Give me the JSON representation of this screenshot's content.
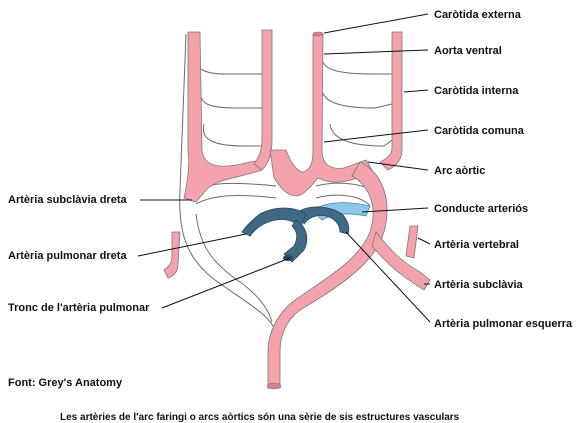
{
  "labels": {
    "carotida_externa": "Caròtida externa",
    "aorta_ventral": "Aorta ventral",
    "carotida_interna": "Caròtida interna",
    "carotida_comuna": "Caròtida comuna",
    "arc_aortic": "Arc aòrtic",
    "subclavia_dreta": "Artèria subclàvia dreta",
    "conducte_arterios": "Conducte arteriós",
    "pulmonar_dreta": "Artèria pulmonar dreta",
    "vertebral": "Artèria vertebral",
    "subclavia": "Artèria subclàvia",
    "tronc_pulmonar": "Tronc de l'artèria pulmonar",
    "pulmonar_esquerra": "Artèria pulmonar esquerra"
  },
  "source": "Font: Grey's Anatomy",
  "caption": "Les artèries de l'arc faringi o arcs aòrtics són una sèrie de sis estructures vasculars",
  "colors": {
    "artery": "#f4a3ad",
    "pulmonary_dark": "#3f6a86",
    "ductus": "#8ec7ea"
  }
}
